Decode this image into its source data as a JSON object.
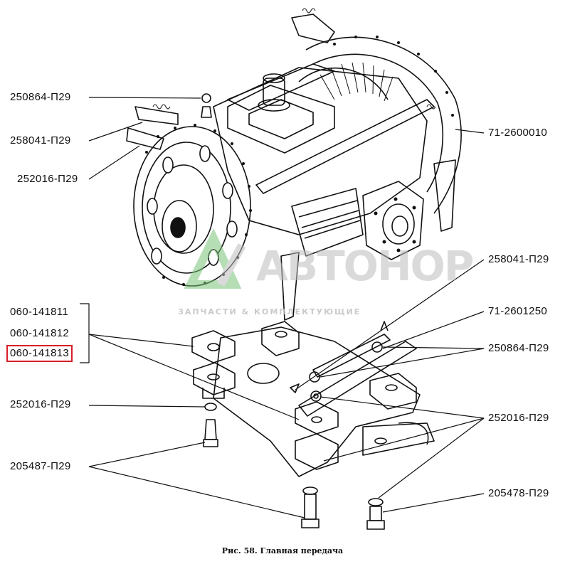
{
  "labels": {
    "top_left_1": "250864-П29",
    "top_left_2": "258041-П29",
    "top_left_3": "252016-П29",
    "top_right_1": "71-2600010",
    "mid_right_1": "258041-П29",
    "mid_right_2": "71-2601250",
    "mid_right_3": "250864-П29",
    "bracket_1": "060-141811",
    "bracket_2": "060-141812",
    "bracket_3": "060-141813",
    "left_mid": "252016-П29",
    "right_mid": "252016-П29",
    "left_bottom": "205487-П29",
    "right_bottom": "205478-П29"
  },
  "watermark": {
    "brand": "АВТОНОР",
    "tagline": "ЗАПЧАСТИ & КОМПЛЕКТУЮЩИЕ",
    "color_green": "#7cc47a",
    "color_gray": "#bdbdbd"
  },
  "caption": "Рис. 58. Главная передача",
  "highlight_color": "#d81e2a"
}
